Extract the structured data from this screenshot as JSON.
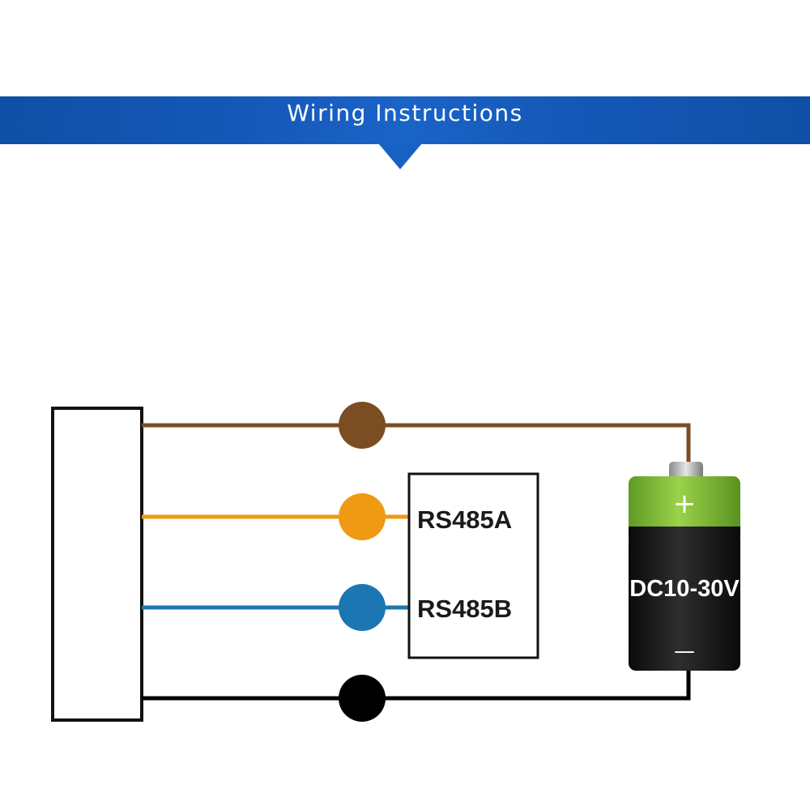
{
  "header": {
    "title": "Wiring Instructions"
  },
  "diagram": {
    "terminals": {
      "a_label": "RS485A",
      "b_label": "RS485B"
    },
    "battery": {
      "voltage_label": "DC10-30V",
      "plus_symbol": "+",
      "minus_symbol": "—"
    },
    "wires": [
      {
        "name": "power-positive",
        "color": "#7b4d22"
      },
      {
        "name": "rs485-a",
        "color": "#ef9a13"
      },
      {
        "name": "rs485-b",
        "color": "#1c76b3"
      },
      {
        "name": "ground",
        "color": "#000000"
      }
    ],
    "colors": {
      "banner": "#1558b8",
      "battery_top": "#8cc63f",
      "battery_body": "#1a1a1a"
    }
  }
}
